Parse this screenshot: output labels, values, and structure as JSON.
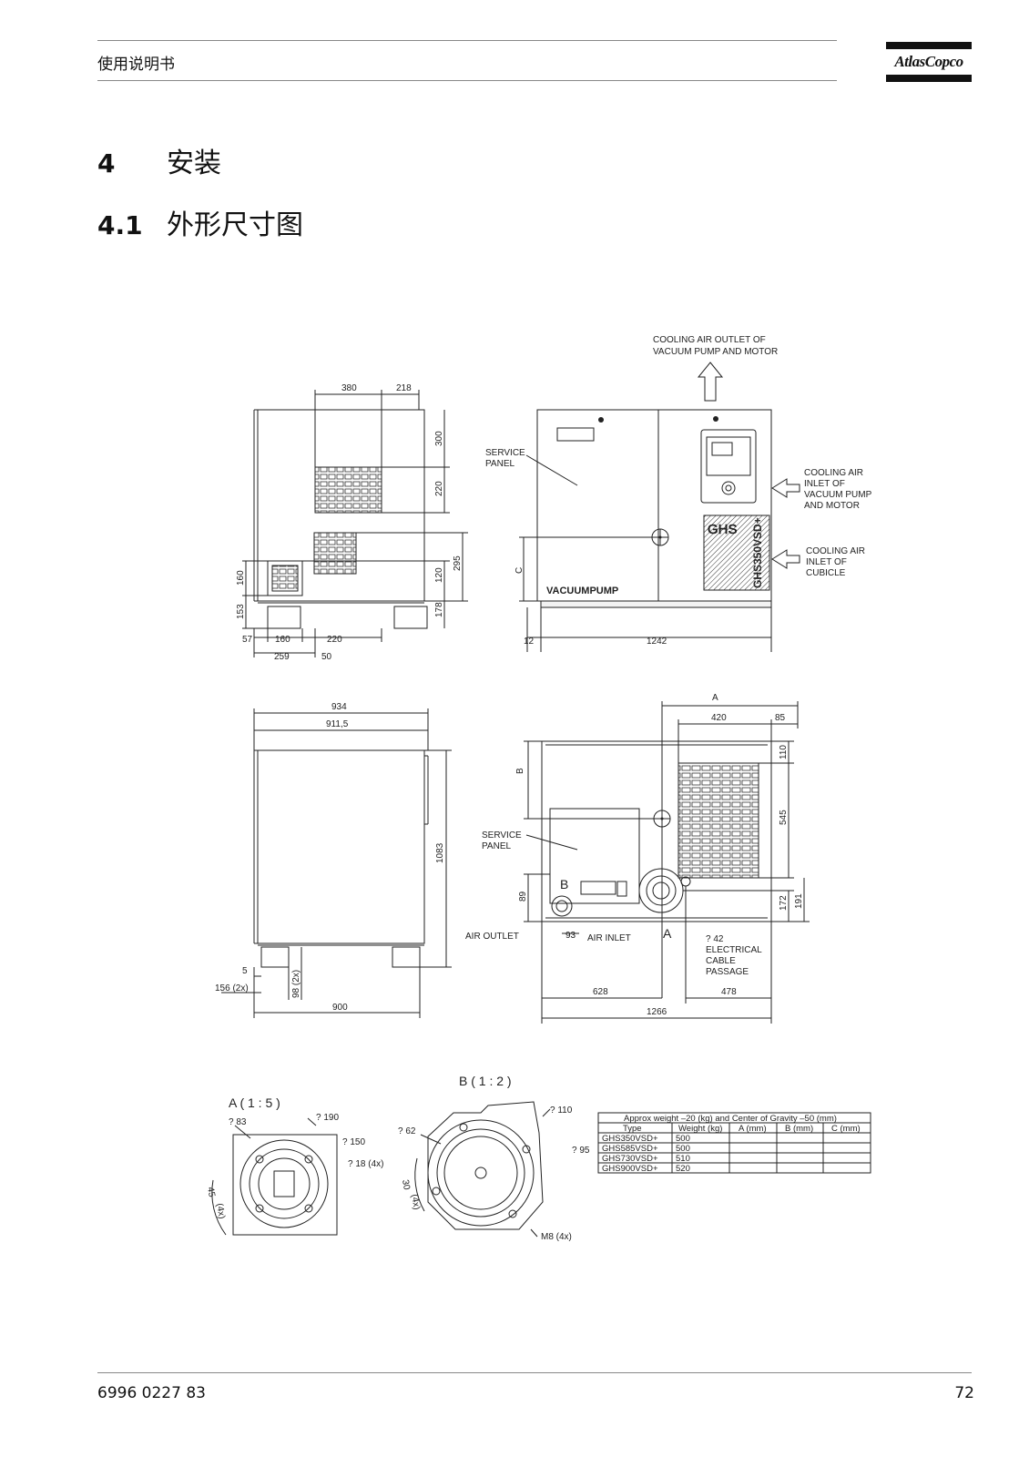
{
  "header": {
    "title": "使用说明书",
    "brand": "AtlasCopco"
  },
  "sections": [
    {
      "number": "4",
      "title": "安装"
    },
    {
      "number": "4.1",
      "title": "外形尺寸图"
    }
  ],
  "drawing_labels": {
    "cooling_outlet": [
      "COOLING AIR OUTLET OF",
      "VACUUM PUMP AND MOTOR"
    ],
    "service_panel": [
      "SERVICE",
      "PANEL"
    ],
    "cooling_inlet_pump": [
      "COOLING AIR",
      "INLET OF",
      "VACUUM PUMP",
      "AND MOTOR"
    ],
    "cooling_inlet_cubicle": [
      "COOLING AIR",
      "INLET OF",
      "CUBICLE"
    ],
    "vacuumpump": "VACUUMPUMP",
    "ghs": "GHS",
    "model": "GHS350VSD+",
    "air_outlet": "AIR OUTLET",
    "air_inlet": "AIR INLET",
    "electrical": [
      "? 42",
      "ELECTRICAL",
      "CABLE",
      "PASSAGE"
    ],
    "detail_a": "A ( 1 : 5 )",
    "detail_b": "B ( 1 : 2 )",
    "letter_a": "A",
    "letter_b": "B",
    "letter_c": "C"
  },
  "dims": {
    "side_top": [
      "380",
      "218"
    ],
    "side_right": [
      "300",
      "220",
      "295",
      "120",
      "178"
    ],
    "side_left": [
      "160",
      "153"
    ],
    "side_bottom": [
      "57",
      "160",
      "220",
      "259",
      "50"
    ],
    "front_bottom": [
      "12",
      "1242"
    ],
    "base_top": [
      "934",
      "911,5"
    ],
    "base_right": "1083",
    "base_bottom": [
      "5",
      "156 (2x)",
      "98 (2x)",
      "900"
    ],
    "top_view_top": [
      "420",
      "85"
    ],
    "top_view_right": [
      "110",
      "545",
      "172",
      "191"
    ],
    "top_view_left": "89",
    "top_view_misc": "93",
    "top_view_bottom": [
      "628",
      "478",
      "1266"
    ],
    "detail_a_dims": [
      "? 83",
      "? 190",
      "? 150",
      "? 18 (4x)",
      "45",
      "(4x)"
    ],
    "detail_b_dims": [
      "? 110",
      "? 62",
      "? 95",
      "30",
      "(4x)",
      "M8 (4x)"
    ]
  },
  "weight_table": {
    "caption": "Approx weight –20 (kg) and Center of Gravity –50 (mm)",
    "columns": [
      "Type",
      "Weight (kg)",
      "A (mm)",
      "B (mm)",
      "C (mm)"
    ],
    "rows": [
      [
        "GHS350VSD+",
        "500",
        "",
        "",
        ""
      ],
      [
        "GHS585VSD+",
        "500",
        "",
        "",
        ""
      ],
      [
        "GHS730VSD+",
        "510",
        "",
        "",
        ""
      ],
      [
        "GHS900VSD+",
        "520",
        "",
        "",
        ""
      ]
    ]
  },
  "footer": {
    "doc_number": "6996 0227 83",
    "page": "72"
  }
}
